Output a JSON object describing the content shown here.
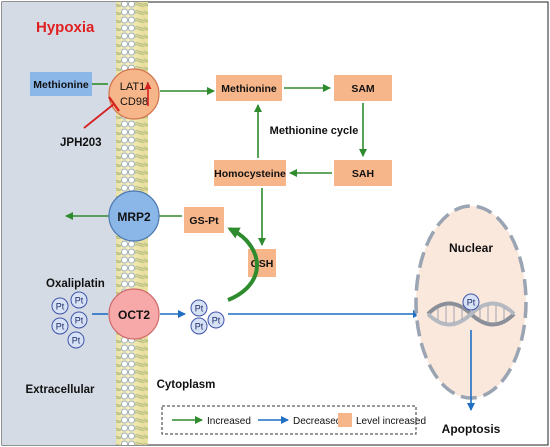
{
  "title": "Hypoxia",
  "transporters": {
    "lat1": [
      "LAT1/",
      "CD98"
    ],
    "mrp2": "MRP2",
    "oct2": "OCT2"
  },
  "extracellular": {
    "methionine": "Methionine",
    "inhibitor": "JPH203",
    "drug": "Oxaliplatin",
    "region_label": "Extracellular"
  },
  "cytoplasm": {
    "region_label": "Cytoplasm",
    "cycle_label": "Methionine cycle",
    "nodes": {
      "methionine": "Methionine",
      "sam": "SAM",
      "sah": "SAH",
      "homocysteine": "Homocysteine",
      "gsh": "GSH",
      "gs_pt": "GS-Pt"
    }
  },
  "pt_label": "Pt",
  "nucleus": {
    "label": "Nuclear",
    "outcome": "Apoptosis"
  },
  "legend": {
    "increased": "Increased",
    "decreased": "Decreased",
    "level_increased": "Level increased"
  },
  "colors": {
    "green_arrow": "#2e8b2e",
    "blue_arrow": "#1f6fc4",
    "red_inhibit": "#d62020",
    "title_red": "#e02020",
    "orange_box": "#f7b68a",
    "blue_box": "#8ab6e8",
    "extracellular_bg": "#d5dbe5"
  }
}
